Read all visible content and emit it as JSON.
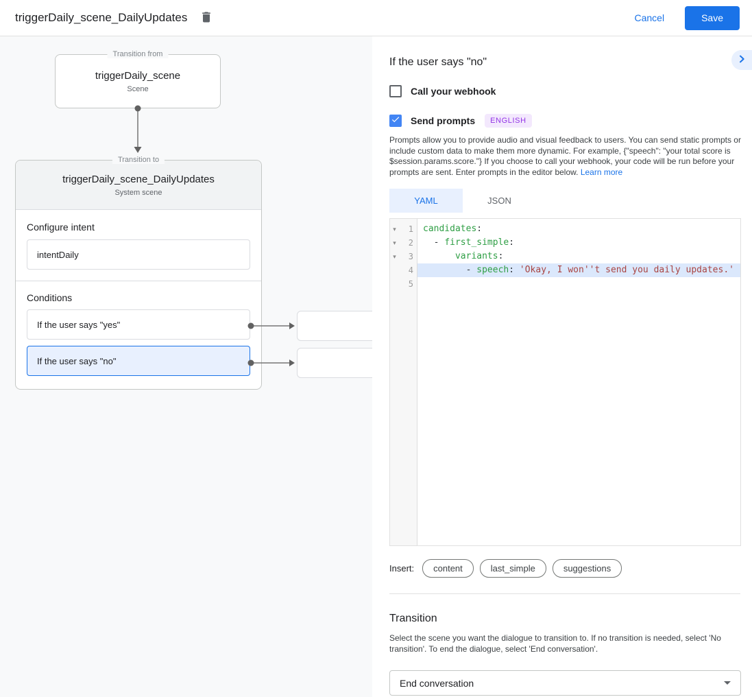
{
  "colors": {
    "accent_blue": "#1a73e8",
    "checkbox_blue": "#4285f4",
    "selected_light_blue": "#e8f0fe",
    "badge_purple_bg": "#f3e8fd",
    "badge_purple_text": "#9334e6",
    "yaml_key_green": "#2e9e44",
    "yaml_string_red": "#a94442",
    "highlight_line_blue": "#dbe8fc",
    "canvas_gray": "#f8f9fa"
  },
  "header": {
    "title": "triggerDaily_scene_DailyUpdates",
    "cancel_label": "Cancel",
    "save_label": "Save"
  },
  "canvas": {
    "from_box": {
      "legend": "Transition from",
      "title": "triggerDaily_scene",
      "subtitle": "Scene"
    },
    "to_box": {
      "legend": "Transition to",
      "title": "triggerDaily_scene_DailyUpdates",
      "subtitle": "System scene",
      "configure_intent_label": "Configure intent",
      "intent_value": "intentDaily",
      "conditions_label": "Conditions",
      "conditions": [
        {
          "label": "If the user says \"yes\"",
          "selected": false
        },
        {
          "label": "If the user says \"no\"",
          "selected": true
        }
      ]
    }
  },
  "panel": {
    "title": "If the user says \"no\"",
    "webhook": {
      "label": "Call your webhook",
      "checked": false
    },
    "prompts": {
      "label": "Send prompts",
      "checked": true,
      "badge": "ENGLISH"
    },
    "description": "Prompts allow you to provide audio and visual feedback to users. You can send static prompts or include custom data to make them more dynamic. For example, {\"speech\": \"your total score is $session.params.score.\"} If you choose to call your webhook, your code will be run before your prompts are sent. Enter prompts in the editor below. ",
    "learn_more_label": "Learn more",
    "tabs": [
      {
        "label": "YAML",
        "active": true
      },
      {
        "label": "JSON",
        "active": false
      }
    ],
    "editor": {
      "lines": [
        {
          "num": "1",
          "fold": "▾",
          "highlight": false,
          "segments": [
            [
              "key",
              "candidates"
            ],
            [
              "plain",
              ":"
            ]
          ]
        },
        {
          "num": "2",
          "fold": "▾",
          "highlight": false,
          "segments": [
            [
              "plain",
              "  - "
            ],
            [
              "key",
              "first_simple"
            ],
            [
              "plain",
              ":"
            ]
          ]
        },
        {
          "num": "3",
          "fold": "▾",
          "highlight": false,
          "segments": [
            [
              "plain",
              "      "
            ],
            [
              "key",
              "variants"
            ],
            [
              "plain",
              ":"
            ]
          ]
        },
        {
          "num": "4",
          "fold": "",
          "highlight": true,
          "segments": [
            [
              "plain",
              "        - "
            ],
            [
              "key",
              "speech"
            ],
            [
              "plain",
              ": "
            ],
            [
              "string",
              "'Okay, I won''t send you daily updates.'"
            ]
          ]
        },
        {
          "num": "5",
          "fold": "",
          "highlight": false,
          "segments": []
        }
      ]
    },
    "insert_label": "Insert:",
    "insert_chips": [
      "content",
      "last_simple",
      "suggestions"
    ],
    "transition": {
      "title": "Transition",
      "description": "Select the scene you want the dialogue to transition to. If no transition is needed, select 'No transition'. To end the dialogue, select 'End conversation'.",
      "selected_value": "End conversation"
    }
  }
}
